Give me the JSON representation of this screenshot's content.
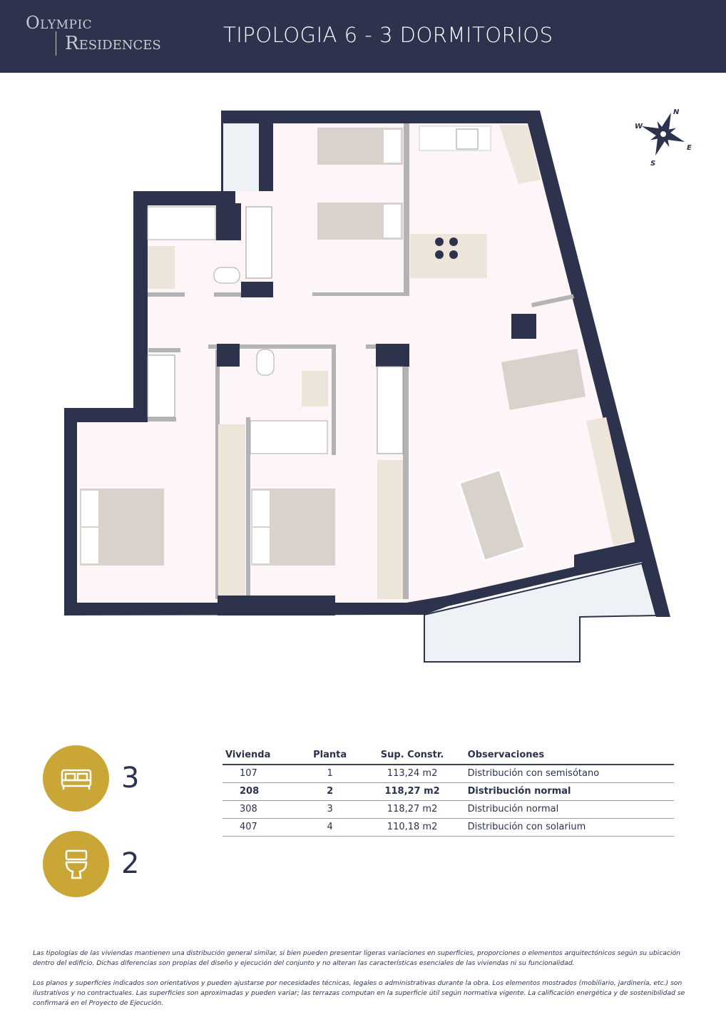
{
  "header": {
    "logo_line1": "Olympic",
    "logo_line2": "Residences",
    "title": "TIPOLOGIA 6 - 3 DORMITORIOS"
  },
  "compass": {
    "n": "N",
    "s": "S",
    "e": "E",
    "w": "W"
  },
  "summary": {
    "bedrooms_icon": "bed-icon",
    "bedrooms": "3",
    "bathrooms_icon": "toilet-icon",
    "bathrooms": "2",
    "accent_color": "#c9a635"
  },
  "table": {
    "headers": [
      "Vivienda",
      "Planta",
      "Sup. Constr.",
      "Observaciones"
    ],
    "rows": [
      [
        "107",
        "1",
        "113,24 m2",
        "Distribución con semisótano"
      ],
      [
        "208",
        "2",
        "118,27 m2",
        "Distribución normal"
      ],
      [
        "308",
        "3",
        "118,27 m2",
        "Distribución normal"
      ],
      [
        "407",
        "4",
        "110,18 m2",
        "Distribución con solarium"
      ]
    ]
  },
  "notes": [
    "Las tipologías de las viviendas mantienen una distribución general similar, si bien pueden presentar ligeras variaciones en superficies, proporciones o elementos arquitectónicos según su ubicación dentro del edificio. Dichas diferencias son propias del diseño y ejecución del conjunto y no alteran las características esenciales de las viviendas ni su funcionalidad.",
    "Los planos y superficies indicados son orientativos y pueden ajustarse por necesidades técnicas, legales o administrativas durante la obra. Los elementos mostrados (mobiliario, jardinería, etc.) son ilustrativos y no contractuales. Las superficies son aproximadas y pueden variar; las terrazas computan en la superficie útil según normativa vigente. La calificación energética y de sostenibilidad se confirmará en el Proyecto de Ejecución."
  ]
}
